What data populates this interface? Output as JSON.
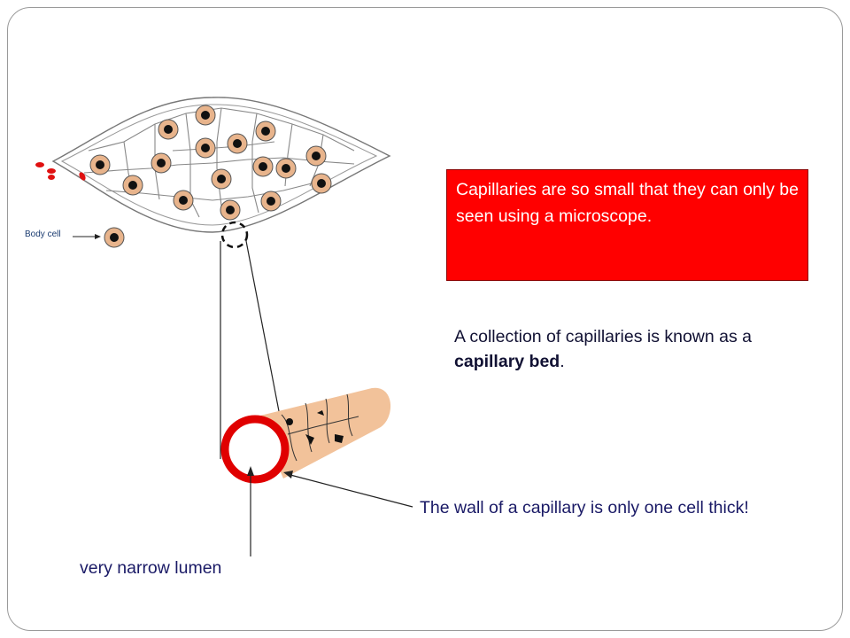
{
  "callout": {
    "text": "Capillaries are so small that they can only be seen using a microscope."
  },
  "capillary_bed": {
    "prefix": "A collection of capillaries is known as a ",
    "term": "capillary bed",
    "suffix": "."
  },
  "wall_note": {
    "text": "The wall of a capillary is only one cell thick!"
  },
  "lumen_label": "very narrow lumen",
  "body_cell_label": "Body cell",
  "colors": {
    "callout_bg": "#ff0000",
    "capillary_wall": "#e00000",
    "tissue": "#f2c29a",
    "cell_fill": "#e8b48c",
    "nucleus": "#111111"
  }
}
